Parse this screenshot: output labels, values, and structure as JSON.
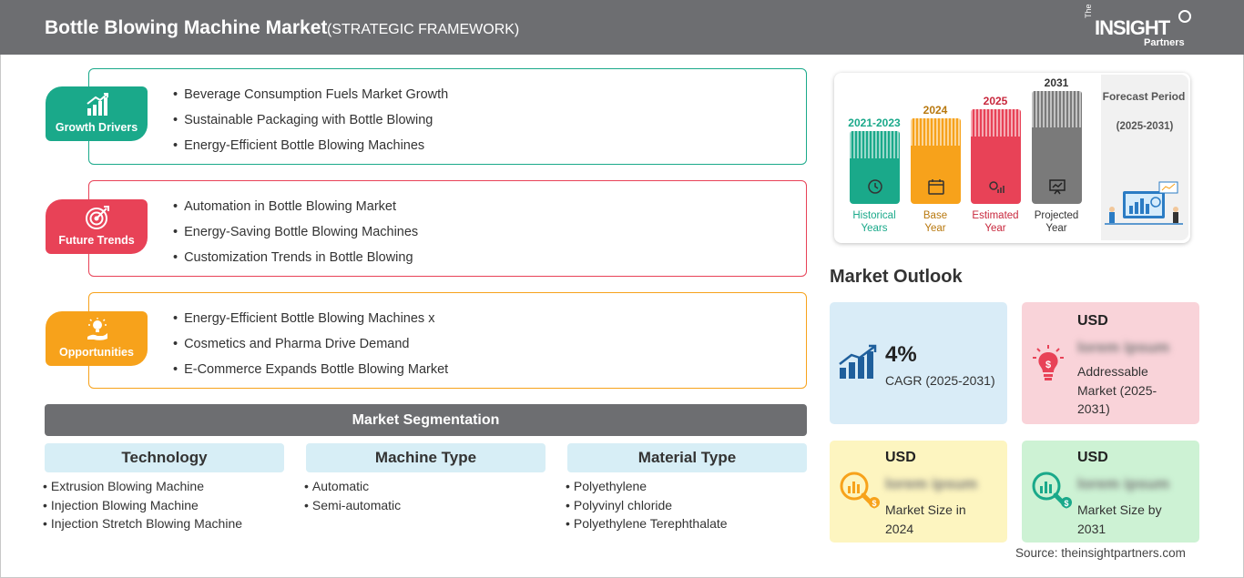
{
  "header": {
    "title": "Bottle Blowing Machine Market",
    "subtitle": "(STRATEGIC FRAMEWORK)",
    "logo": {
      "the": "The",
      "main": "INSIGHT",
      "sub": "Partners"
    }
  },
  "categories": [
    {
      "label": "Growth Drivers",
      "color": "#1aa98a",
      "icon": "bar-chart-up-icon",
      "items": [
        "Beverage Consumption Fuels Market Growth",
        "Sustainable Packaging with Bottle Blowing",
        "Energy-Efficient Bottle Blowing Machines"
      ]
    },
    {
      "label": "Future Trends",
      "color": "#e84257",
      "icon": "target-icon",
      "items": [
        "Automation in Bottle Blowing Market",
        "Energy-Saving Bottle Blowing Machines",
        "Customization Trends in Bottle Blowing"
      ]
    },
    {
      "label": "Opportunities",
      "color": "#f7a21b",
      "icon": "lightbulb-hand-icon",
      "items": [
        "Energy-Efficient Bottle Blowing Machines x",
        "Cosmetics and Pharma Drive Demand",
        "E-Commerce Expands Bottle Blowing Market"
      ]
    }
  ],
  "segmentation": {
    "title": "Market Segmentation",
    "columns": [
      {
        "heading": "Technology",
        "items": [
          "Extrusion Blowing Machine",
          "Injection Blowing Machine",
          "Injection Stretch Blowing Machine"
        ]
      },
      {
        "heading": "Machine Type",
        "items": [
          "Automatic",
          "Semi-automatic"
        ]
      },
      {
        "heading": "Material Type",
        "items": [
          "Polyethylene",
          "Polyvinyl chloride",
          "Polyethylene Terephthalate"
        ]
      }
    ]
  },
  "timeline": {
    "periods": [
      {
        "year": "2021-2023",
        "label_line1": "Historical",
        "label_line2": "Years",
        "color": "#1aa98a",
        "icon": "history-clock-icon"
      },
      {
        "year": "2024",
        "label_line1": "Base",
        "label_line2": "Year",
        "color": "#f7a21b",
        "icon": "calendar-icon"
      },
      {
        "year": "2025",
        "label_line1": "Estimated",
        "label_line2": "Year",
        "color": "#e84257",
        "icon": "gear-chart-icon"
      },
      {
        "year": "2031",
        "label_line1": "Projected",
        "label_line2": "Year",
        "color": "#7a7a7a",
        "icon": "presentation-chart-icon"
      }
    ],
    "forecast_label": "Forecast Period",
    "forecast_years": "(2025-2031)"
  },
  "outlook": {
    "title": "Market Outlook",
    "cagr": {
      "value": "4%",
      "desc": "CAGR (2025-2031)",
      "color": "#d9ecf7"
    },
    "addressable": {
      "currency": "USD",
      "value": "lorem ipsum",
      "desc": "Addressable Market (2025-2031)",
      "color": "#f9d3d9"
    },
    "size_2024": {
      "currency": "USD",
      "value": "lorem ipsum",
      "desc": "Market Size in 2024",
      "color": "#fdf5c0"
    },
    "size_2031": {
      "currency": "USD",
      "value": "lorem ipsum",
      "desc": "Market Size by 2031",
      "color": "#cdf2d4"
    }
  },
  "source": "Source: theinsightpartners.com"
}
